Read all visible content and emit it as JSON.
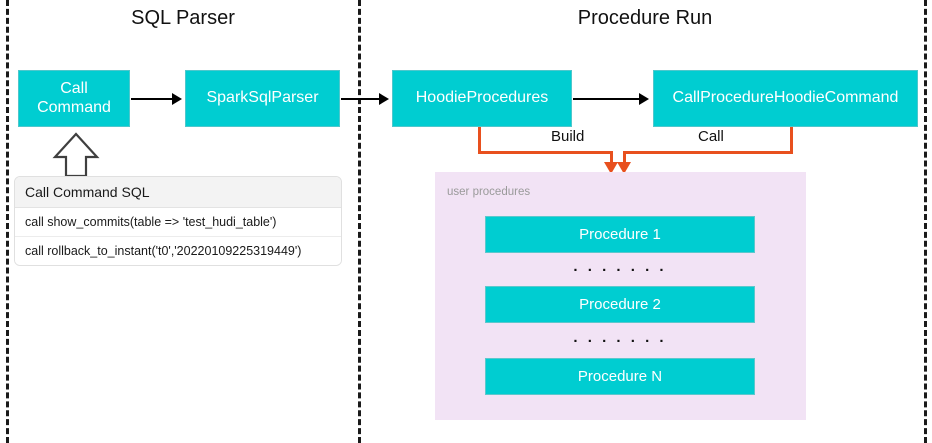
{
  "diagram": {
    "title_hidden": "",
    "sections": [
      {
        "id": "sql-parser",
        "title": "SQL Parser"
      },
      {
        "id": "procedure-run",
        "title": "Procedure Run"
      }
    ],
    "nodes": [
      {
        "id": "call-command",
        "label": "Call\nCommand",
        "line1": "Call",
        "line2": "Command"
      },
      {
        "id": "spark-sql-parser",
        "label": "SparkSqlParser"
      },
      {
        "id": "hoodie-procedures",
        "label": "HoodieProcedures"
      },
      {
        "id": "call-procedure-hoodie-command",
        "label": "CallProcedureHoodieCommand"
      }
    ],
    "edge_labels": {
      "build": "Build",
      "call": "Call"
    },
    "sql_panel": {
      "header": "Call Command SQL",
      "rows": [
        "call show_commits(table => 'test_hudi_table')",
        "call rollback_to_instant('t0','20220109225319449')"
      ]
    },
    "procedures_panel": {
      "label": "user procedures",
      "items": [
        {
          "label": "Procedure 1"
        },
        {
          "label": "Procedure 2"
        },
        {
          "label": "Procedure N"
        }
      ],
      "separators": [
        ". . . . . . .",
        ". . . . . . ."
      ]
    },
    "colors": {
      "node_fill": "#00cdd1",
      "node_text": "#ffffff",
      "connector_orange": "#e8501e",
      "panel_purple": "#f2e3f5",
      "divider": "#1a1a1a",
      "arrow_black": "#000000",
      "panel_label_gray": "#9a9a9a"
    }
  }
}
